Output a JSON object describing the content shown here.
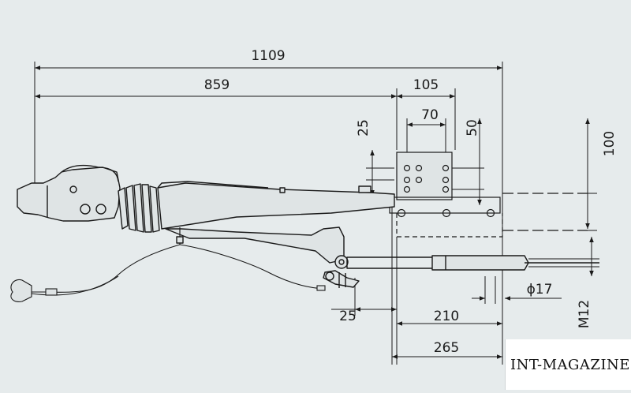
{
  "dimensions": {
    "overall_length": "1109",
    "coupling_to_bracket": "859",
    "bracket_width": "105",
    "bolt_spacing_horizontal": "70",
    "bolt_offset_top": "25",
    "bolt_spacing_vertical": "50",
    "height_offset": "100",
    "front_offset": "25",
    "bracket_to_rod_end": "210",
    "bracket_total": "265",
    "rod_diameter": "ϕ17",
    "thread_size": "M12"
  },
  "watermark": "INT-MAGAZINE",
  "colors": {
    "background": "#e6ebec",
    "line": "#1a1a1a",
    "part_fill": "#dfe4e5"
  }
}
